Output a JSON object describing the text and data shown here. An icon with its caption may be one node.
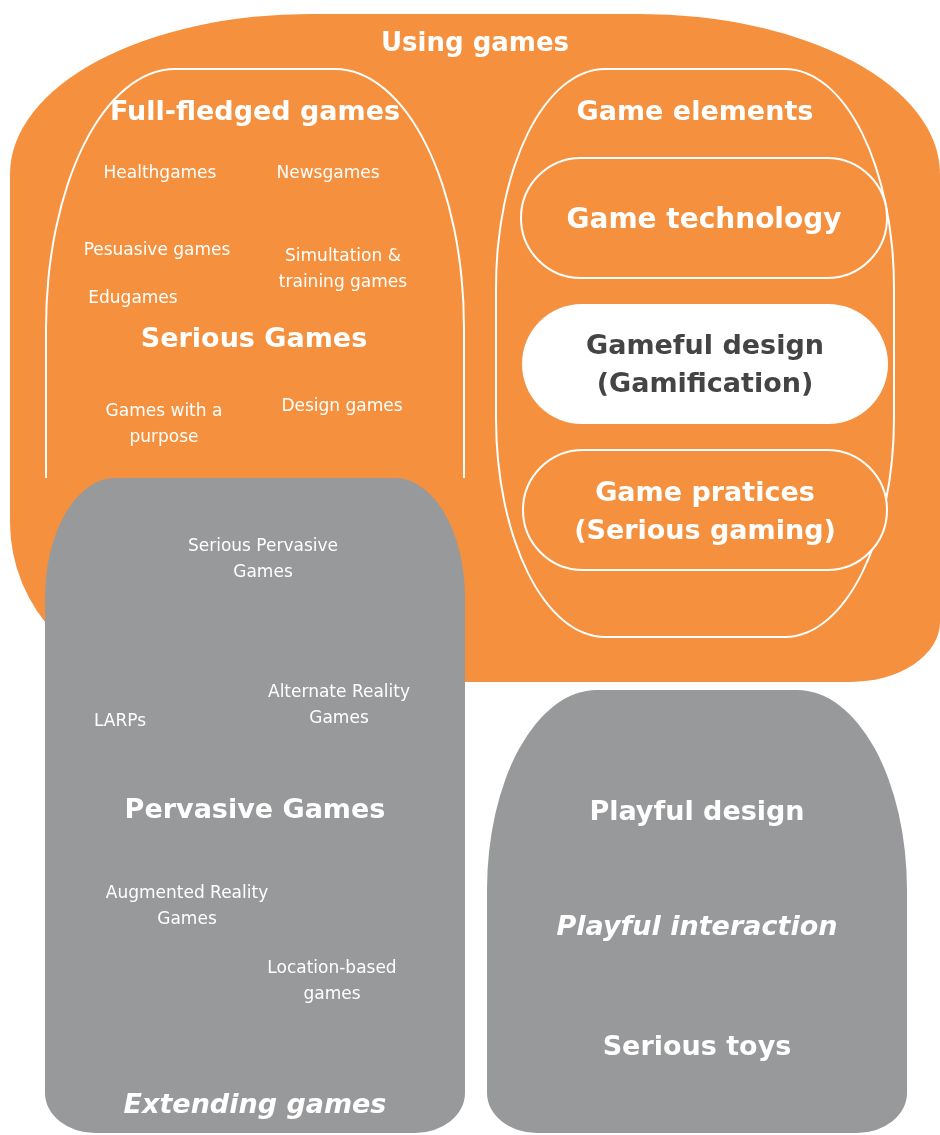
{
  "diagram": {
    "nodes": [
      {
        "text": [
          "Using games"
        ]
      },
      {
        "text": [
          "Full-fledged games"
        ],
        "in": 0
      },
      {
        "text": [
          "Game elements"
        ],
        "in": 0
      },
      {
        "text": [
          "Game technology"
        ],
        "in": 2
      },
      {
        "text": [
          "Gameful design (Gamification)"
        ],
        "in": 2
      },
      {
        "text": [
          "Game pratices (Serious gaming)"
        ],
        "in": 2
      },
      {
        "text": [
          "Pervasive Games",
          "Extending games"
        ]
      },
      {
        "text": [
          "Playful design",
          "Playful interaction",
          "Serious toys"
        ]
      }
    ],
    "labels": [
      "Healthgames",
      "Newsgames",
      "Pesuasive games",
      "Simultation & training games",
      "Edugames",
      "Serious Games",
      "Games with a purpose",
      "Design games",
      "Serious Pervasive Games",
      "LARPs",
      "Alternate Reality Games",
      "Augmented Reality Games",
      "Location-based games"
    ]
  }
}
